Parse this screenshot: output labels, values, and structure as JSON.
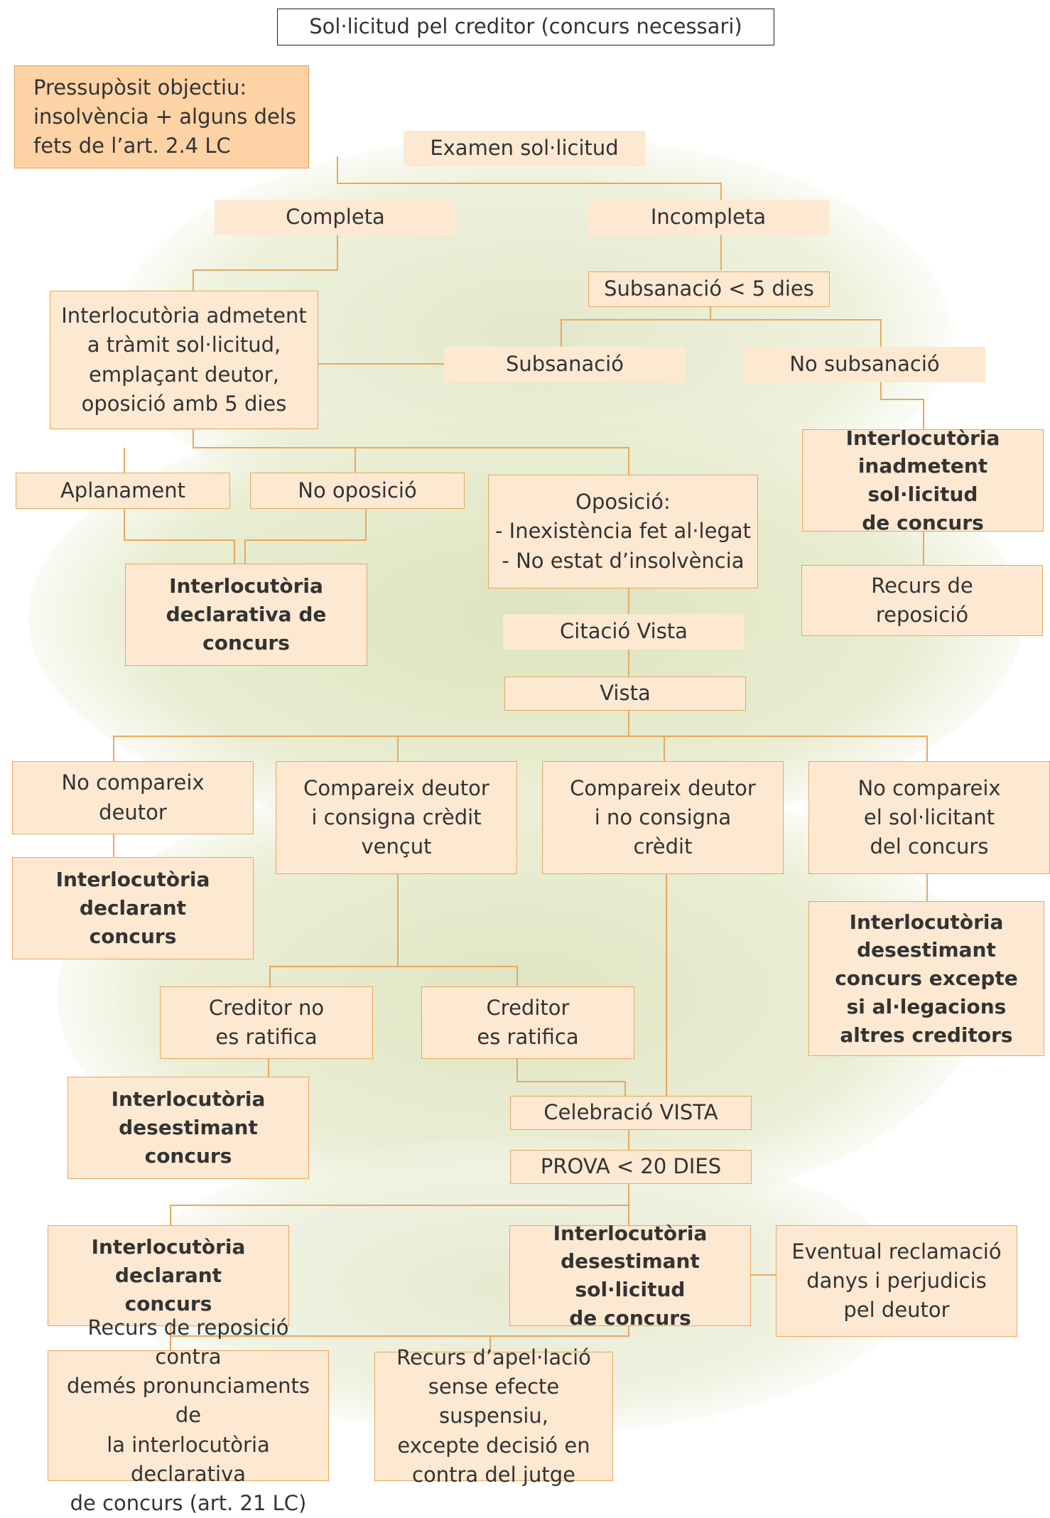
{
  "accent_color": "#e8a85e",
  "box_fill": "#fde9d2",
  "title": "Sol·licitud pel creditor (concurs necessari)",
  "pressuposit": "Pressupòsit objectiu:\ninsolvència + alguns dels\nfets de l’art. 2.4 LC",
  "examen": "Examen sol·licitud",
  "completa": "Completa",
  "incompleta": "Incompleta",
  "subsanacio_termini": "Subsanació < 5 dies",
  "interlocutoria_admetent": "Interlocutòria admetent\na tràmit sol·licitud,\nemplaçant deutor,\noposició amb 5 dies",
  "subsanacio": "Subsanació",
  "no_subsanacio": "No subsanació",
  "interlocutoria_inadmetent": "Interlocutòria\ninadmetent sol·licitud\nde concurs",
  "aplanament": "Aplanament",
  "no_oposicio": "No oposició",
  "oposicio": "Oposició:\n- Inexistència fet al·legat\n- No estat d’insolvència",
  "recurs_reposicio": "Recurs de\nreposició",
  "interlocutoria_declarativa": "Interlocutòria\ndeclarativa de\nconcurs",
  "citacio_vista": "Citació Vista",
  "vista": "Vista",
  "no_compareix_deutor": "No compareix\ndeutor",
  "compareix_consigna": "Compareix deutor\ni consigna crèdit\nvençut",
  "compareix_no_consigna": "Compareix deutor\ni no consigna\ncrèdit",
  "no_compareix_sollicitant": "No compareix\nel sol·licitant\ndel concurs",
  "interlocutoria_declarant_1": "Interlocutòria\ndeclarant\nconcurs",
  "interlocutoria_desestimant_excepte": "Interlocutòria\ndesestimant\nconcurs excepte\nsi al·legacions\naltres creditors",
  "creditor_no_ratifica": "Creditor no\nes ratifica",
  "creditor_ratifica": "Creditor\nes ratifica",
  "interlocutoria_desestimant": "Interlocutòria\ndesestimant\nconcurs",
  "celebracio_vista": "Celebració VISTA",
  "prova": "PROVA < 20 DIES",
  "interlocutoria_declarant_2": "Interlocutòria\ndeclarant\nconcurs",
  "interlocutoria_desestimant_sollicitud": "Interlocutòria\ndesestimant sol·licitud\nde concurs",
  "reclamacio": "Eventual reclamació\ndanys i perjudicis\npel deutor",
  "recurs_reposicio_contra": "Recurs de reposició contra\ndemés pronunciaments de\nla interlocutòria declarativa\nde concurs (art. 21 LC)",
  "recurs_apelacio": "Recurs d’apel·lació\nsense efecte suspensiu,\nexcepte decisió en\ncontra del jutge"
}
